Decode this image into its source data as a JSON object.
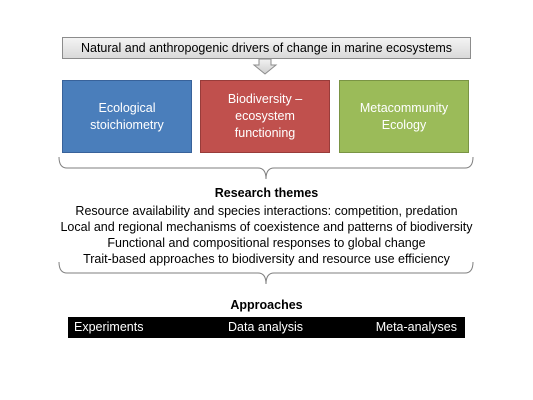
{
  "drivers": {
    "label": "Natural and anthropogenic drivers of change in marine ecosystems"
  },
  "boxes": [
    {
      "label": "Ecological stoichiometry",
      "color": "#4a7ebb"
    },
    {
      "label": "Biodiversity – ecosystem functioning",
      "color": "#c0504d"
    },
    {
      "label": "Metacommunity Ecology",
      "color": "#9bbb59"
    }
  ],
  "research": {
    "title": "Research themes",
    "items": [
      "Resource availability and species interactions: competition, predation",
      "Local and regional mechanisms of coexistence and patterns of biodiversity",
      "Functional and compositional responses to global change",
      "Trait-based approaches to biodiversity and resource use efficiency"
    ]
  },
  "approaches": {
    "title": "Approaches",
    "items": [
      "Experiments",
      "Data analysis",
      "Meta-analyses"
    ]
  }
}
